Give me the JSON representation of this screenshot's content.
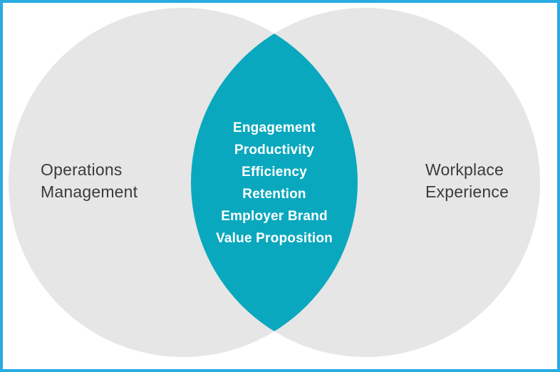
{
  "diagram": {
    "type": "venn",
    "border_color": "#29abe2",
    "background_color": "#ffffff",
    "text_color": "#3b3b3b",
    "left_circle": {
      "color": "#e6e6e6",
      "label": "Operations Management",
      "label_lines": [
        "Operations",
        "Management"
      ]
    },
    "right_circle": {
      "color": "#e6e6e6",
      "label": "Workplace Experience",
      "label_lines": [
        "Workplace",
        "Experience"
      ]
    },
    "intersection": {
      "color": "#0aa8be",
      "text_color": "#ffffff",
      "items": [
        "Engagement",
        "Productivity",
        "Efficiency",
        "Retention",
        "Employer Brand",
        "Value Proposition"
      ]
    }
  }
}
